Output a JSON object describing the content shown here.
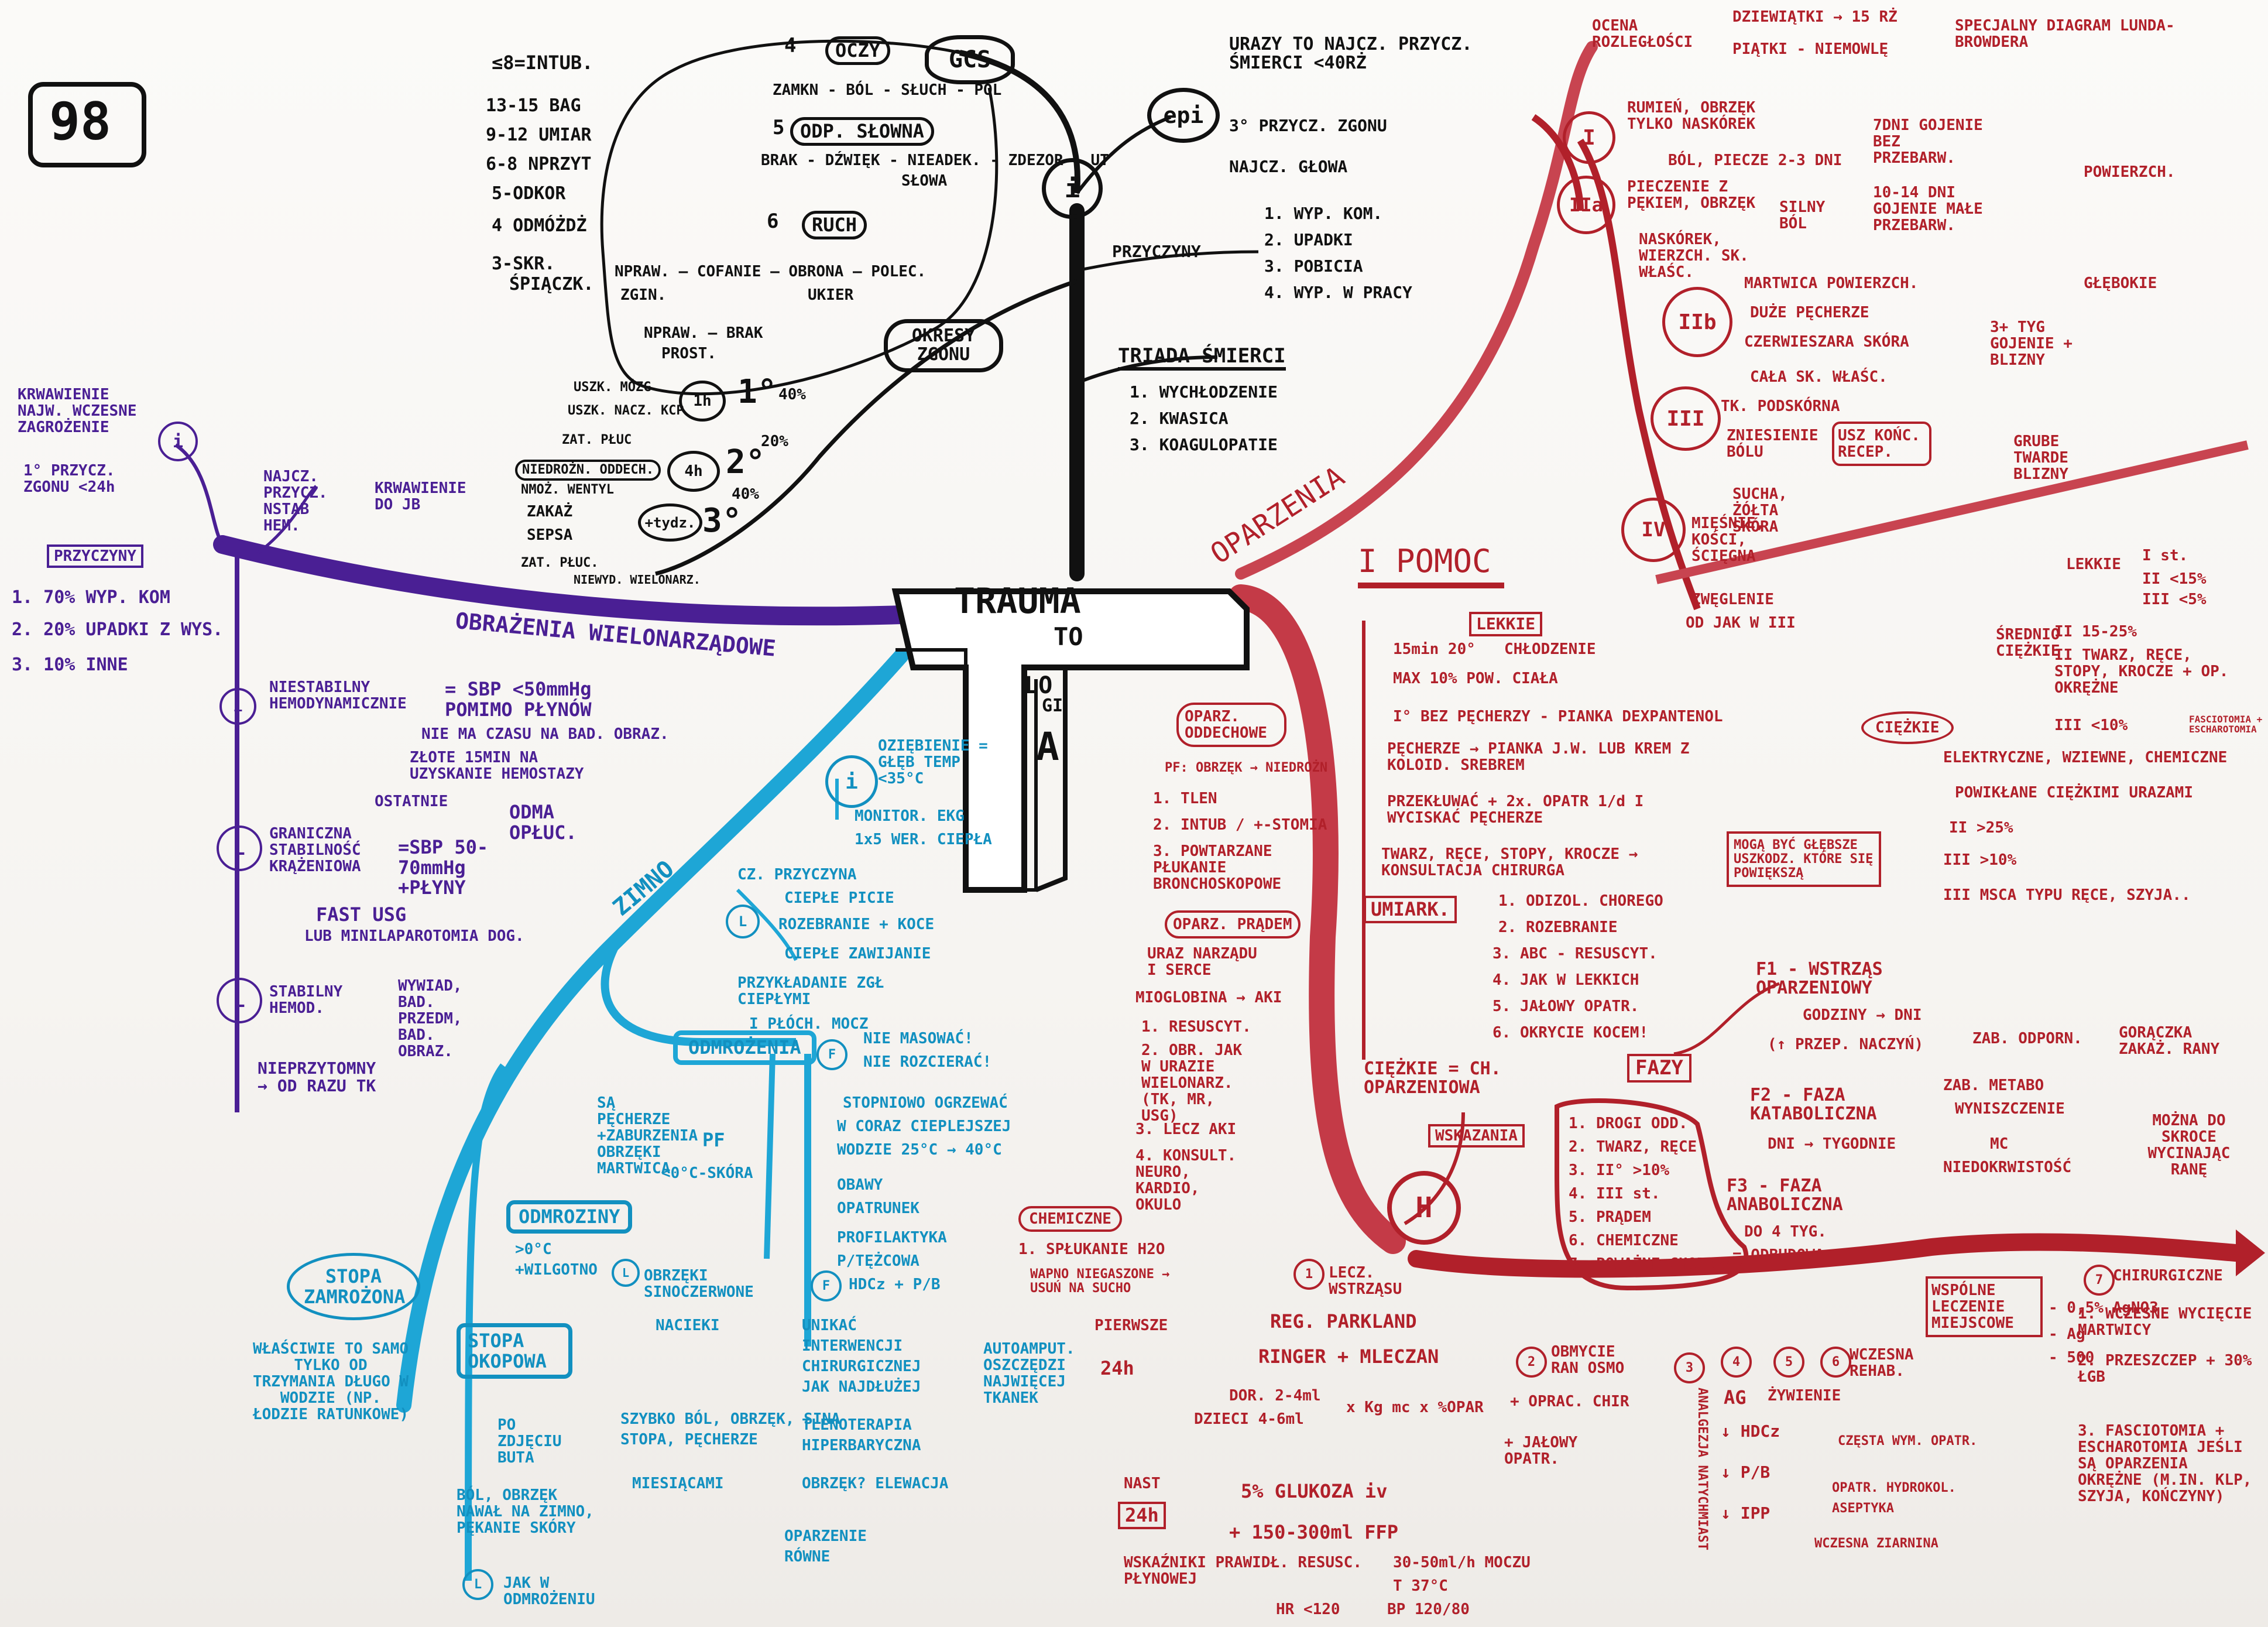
{
  "page_number": "98",
  "center": {
    "line1": "TRAUMA",
    "line2": "TO",
    "line3": "LO",
    "line4": "GI",
    "line5": "A"
  },
  "colors": {
    "black": "#111111",
    "purple": "#4a1f94",
    "blue": "#1290c0",
    "red": "#b1202a"
  },
  "gcs": {
    "title": "GCS",
    "header": "≤8=INTUB.",
    "scale": [
      "13-15 BAG",
      "9-12 UMIAR",
      "6-8 NPRZYT",
      "5-ODKOR",
      "4 ODMÓŻDŻ",
      "3-SKR.",
      "ŚPIĄCZK."
    ],
    "eyes": {
      "num": "4",
      "label": "OCZY",
      "desc": "ZAMKN - BÓL - SŁUCH - POL"
    },
    "verbal": {
      "num": "5",
      "label": "ODP. SŁOWNA",
      "desc": "BRAK - DŹWIĘK - NIEADEK. - ZDEZOR - UT",
      "desc2": "SŁOWA"
    },
    "motor": {
      "num": "6",
      "label": "RUCH",
      "desc": "NPRAW. — COFANIE — OBRONA — POLEC.",
      "desc2": "ZGIN.",
      "desc3": "UKIER",
      "desc4": "NPRAW. — BRAK",
      "desc5": "PROST."
    }
  },
  "epi": {
    "label": "epi",
    "items": [
      "URAZY TO NAJCZ. PRZYCZ. ŚMIERCI <40RŻ",
      "3° PRZYCZ. ZGONU",
      "NAJCZ. GŁOWA"
    ]
  },
  "branch_i": {
    "label": "i"
  },
  "przyczyny": {
    "label": "PRZYCZYNY",
    "items": [
      "1. WYP. KOM.",
      "2. UPADKI",
      "3. POBICIA",
      "4. WYP. W PRACY"
    ]
  },
  "okresy": {
    "label": "OKRESY ZGONU",
    "p1": {
      "time": "1h",
      "num": "1°",
      "pct": "40%",
      "desc": "USZK. MÓZG",
      "desc2": "USZK. NACZ. KCP"
    },
    "p2": {
      "time": "4h",
      "num": "2°",
      "pct": "20%",
      "desc": "ZAT. PŁUC",
      "desc2": "NIEDROŻN. ODDECH.",
      "desc3": "NMOŻ. WENTYL"
    },
    "p3": {
      "time": "+tydz.",
      "num": "3°",
      "pct": "40%",
      "desc": "ZAKAŻ",
      "desc2": "SEPSA",
      "desc3": "ZAT. PŁUC.",
      "desc4": "NIEWYD. WIELONARZ."
    }
  },
  "triada": {
    "label": "TRIADA ŚMIERCI",
    "items": [
      "1. WYCHŁODZENIE",
      "2. KWASICA",
      "3. KOAGULOPATIE"
    ]
  },
  "purple": {
    "branch": "OBRAŻENIA WIELONARZĄDOWE",
    "krwawienie": {
      "text": "KRWAWIENIE NAJW. WCZESNE ZAGROŻENIE",
      "sub": "1° PRZYCZ. ZGONU <24h"
    },
    "przyczyny": {
      "label": "PRZYCZYNY",
      "items": [
        "1. 70% WYP. KOM",
        "2. 20% UPADKI Z WYS.",
        "3. 10% INNE"
      ]
    },
    "najcz": {
      "text": "NAJCZ. PRZYCZ. NSTAB HEM.",
      "target": "KRWAWIENIE DO JB"
    },
    "niestabilny": {
      "label": "NIESTABILNY HEMODYNAMICZNIE",
      "sbp": "= SBP <50mmHg POMIMO PŁYNÓW",
      "no_time": "NIE MA CZASU NA BAD. OBRAZ.",
      "golden": "ZŁOTE 15MIN NA UZYSKANIE HEMOSTAZY",
      "ostatnie": "OSTATNIE",
      "odma": "ODMA OPŁUC."
    },
    "graniczna": {
      "label": "GRANICZNA STABILNOŚĆ KRĄŻENIOWA",
      "sbp": "=SBP 50-70mmHg +PŁYNY",
      "fast": "FAST USG",
      "lub": "LUB MINILAPAROTOMIA DOG."
    },
    "stabilny": {
      "label": "STABILNY HEMOD.",
      "items": "WYWIAD, BAD. PRZEDM, BAD. OBRAZ.",
      "nieprzytomny": "NIEPRZYTOMNY → OD RAZU TK"
    }
  },
  "blue": {
    "branch": "ZIMNO",
    "hypothermia": {
      "text": "OZIĘBIENIE = GŁĘB TEMP <35°C",
      "sub": "MONITOR. EKG",
      "sub2": "1x5 WER. CIEPŁA"
    },
    "przyczyna": "CZ. PRZYCZYNA",
    "ciepla": {
      "items": [
        "CIEPŁE PICIE",
        "ROZEBRANIE + KOCE",
        "CIEPŁE ZAWIJANIE",
        "PRZYKŁADANIE ZGŁ CIEPŁYMI",
        "I PŁÓCH. MOCZ"
      ]
    },
    "odmrozenia": {
      "label": "ODMROŻENIA",
      "items": [
        "NIE MASOWAĆ!",
        "NIE ROZCIERAĆ!"
      ],
      "pf": "SĄ PĘCHERZE +ZABURZENIA OBRZĘKI MARTWICA",
      "pf_label": "PF",
      "pf_sub": "<0°C-SKÓRA"
    },
    "treatment": [
      "STOPNIOWO OGRZEWAĆ",
      "W CORAZ CIEPLEJSZEJ",
      "WODZIE 25°C → 40°C",
      "OBAWY",
      "OPATRUNEK",
      "PROFILAKTYKA",
      "P/TĘŻCOWA",
      "HDCz + P/B",
      "UNIKAĆ",
      "INTERWENCJI",
      "CHIRURGICZNEJ",
      "JAK NAJDŁUŻEJ",
      "TLENOTERAPIA",
      "HIPERBARYCZNA",
      "OBRZĘK? ELEWACJA",
      "OPARZENIE",
      "RÓWNE"
    ],
    "autoamput": "AUTOAMPUT. OSZCZĘDZI NAJWIĘCEJ TKANEK",
    "odmroziny": {
      "label": "ODMROZINY",
      "sub": ">0°C",
      "sub2": "+WILGOTNO",
      "desc": "OBRZĘKI SINOCZERWONE",
      "desc2": "NACIEKI"
    },
    "stopa_okopowa": {
      "label": "STOPA OKOPOWA",
      "desc": "PO ZDJĘCIU BUTA",
      "desc2": "SZYBKO BÓL, OBRZĘK, SINA",
      "desc3": "STOPA, PĘCHERZE"
    },
    "stopa_zamrozona": {
      "label": "STOPA ZAMROŻONA",
      "desc": "WŁAŚCIWIE TO SAMO TYLKO OD TRZYMANIA DŁUGO W WODZIE (NP. ŁODZIE RATUNKOWE)"
    },
    "bol": {
      "text": "BÓL, OBRZĘK NAWAŁ NA ZIMNO, PĘKANIE SKÓRY",
      "time": "MIESIĄCAMI",
      "jak": "JAK W ODMROŻENIU"
    },
    "letters": [
      "L",
      "F",
      "L",
      "L"
    ]
  },
  "red": {
    "branch": "OPARZENIA",
    "ocena": {
      "label": "OCENA ROZLEGŁOŚCI",
      "items": [
        "DZIEWIĄTKI → 15 RŻ",
        "PIĄTKI - NIEMOWLĘ"
      ],
      "special": "SPECJALNY DIAGRAM LUNDA-BROWDERA"
    },
    "degrees": [
      {
        "num": "I",
        "desc": "RUMIEŃ, OBRZĘK TYLKO NASKÓREK",
        "detail": "BÓL, PIECZE 2-3 DNI",
        "heal": "7DNI GOJENIE BEZ PRZEBARW."
      },
      {
        "num": "IIa",
        "desc": "PIECZENIE Z PĘKIEM, OBRZĘK",
        "detail": "NASKÓREK, WIERZCH. SK. WŁAŚC.",
        "detail2": "SILNY BÓL",
        "heal": "10-14 DNI GOJENIE MAŁE PRZEBARW."
      },
      {
        "num": "IIb",
        "desc": "MARTWICA POWIERZCH.",
        "detail": "DUŻE PĘCHERZE",
        "detail2": "CZERWIESZARA SKÓRA",
        "detail3": "CAŁA SK. WŁAŚC.",
        "heal": "3+ TYG GOJENIE + BLIZNY"
      },
      {
        "num": "III",
        "desc": "TK. PODSKÓRNA",
        "detail": "ZNIESIENIE BÓLU",
        "detail2": "SUCHA, ŻÓŁTA SKÓRA",
        "box": "USZ KOŃC. RECEP.",
        "heal": "GRUBE TWARDE BLIZNY"
      },
      {
        "num": "IV",
        "desc": "MIĘŚNIE, KOŚCI, ŚCIĘGNA",
        "detail": "ZWĘGLENIE",
        "detail2": "OD JAK W III"
      }
    ],
    "powierzch": "POWIERZCH.",
    "glebokie": "GŁĘBOKIE",
    "severity": {
      "lekkie": {
        "label": "LEKKIE",
        "items": [
          "I st.",
          "II <15%",
          "III <5%"
        ]
      },
      "srednio": {
        "label": "ŚREDNIO CIĘŻKIE",
        "items": [
          "II 15-25%",
          "II TWARZ, RĘCE, STOPY, KROCZE + OP. OKRĘŻNE",
          "III <10%",
          "FASCIOTOMIA + ESCHAROTOMIA"
        ]
      },
      "ciezkie": {
        "label": "CIĘŻKIE",
        "items": [
          "ELEKTRYCZNE, WZIEWNE, CHEMICZNE",
          "POWIKŁANE CIĘŻKIMI URAZAMI",
          "II >25%",
          "III >10%",
          "III MSCA TYPU RĘCE, SZYJA.."
        ]
      }
    },
    "pomoc": {
      "label": "I POMOC",
      "lekkie": "LEKKIE",
      "lekkie_items": [
        "15min 20°",
        "CHŁODZENIE",
        "MAX 10% POW. CIAŁA",
        "I° BEZ PĘCHERZY - PIANKA DEXPANTENOL",
        "PĘCHERZE → PIANKA J.W. LUB KREM Z KOLOID. SREBREM",
        "PRZEKŁUWAĆ + 2x. OPATR 1/d I WYCISKAĆ PĘCHERZE",
        "TWARZ, RĘCE, STOPY, KROCZE → KONSULTACJA CHIRURGA"
      ],
      "mogabyc": "MOGĄ BYĆ GŁĘBSZE USZKODZ. KTÓRE SIĘ POWIĘKSZĄ",
      "umiark": "UMIARK.",
      "umiark_items": [
        "1. ODIZOL. CHOREGO",
        "2. ROZEBRANIE",
        "3. ABC - RESUSCYT.",
        "4. JAK W LEKKICH",
        "5. JAŁOWY OPATR.",
        "6. OKRYCIE KOCEM!"
      ],
      "ciezkie": "CIĘŻKIE = CH. OPARZENIOWA"
    },
    "fazy": {
      "label": "FAZY",
      "f1": "F1 - WSTRZĄS OPARZENIOWY",
      "f1b": "GODZINY → DNI",
      "f1c": "(↑ PRZEP. NACZYŃ)",
      "f2": "F2 - FAZA KATABOLICZNA",
      "f2b": "DNI → TYGODNIE",
      "f3": "F3 - FAZA ANABOLICZNA",
      "f3b": "DO 4 TYG.",
      "f3c": "= ODBUDOWA"
    },
    "f2_items": [
      "ZAB. ODPORN.",
      "ZAB. METABO",
      "WYNISZCZENIE",
      "MC",
      "NIEDOKRWISTOŚĆ"
    ],
    "zakazenia": "GORĄCZKA ZAKAŻ. RANY",
    "mozna": "MOŻNA DO SKROCE WYCINAJĄC RANĘ",
    "oddechowe": {
      "label": "OPARZ. ODDECHOWE",
      "pf": "PF: OBRZĘK → NIEDROŻN",
      "items": [
        "1. TLEN",
        "2. INTUB / +-STOMIA",
        "3. POWTARZANE PŁUKANIE BRONCHOSKOPOWE"
      ]
    },
    "pradem": {
      "label": "OPARZ. PRĄDEM",
      "uraz": "URAZ NARZĄDU I SERCE",
      "mioglobina": "MIOGLOBINA → AKI",
      "items": [
        "1. RESUSCYT.",
        "2. OBR. JAK W URAZIE WIELONARZ. (TK, MR, USG)",
        "3. LECZ AKI",
        "4. KONSULT. NEURO, KARDIO, OKULO"
      ]
    },
    "chemiczne": {
      "label": "CHEMICZNE",
      "items": [
        "1. SPŁUKANIE H2O",
        "WAPNO NIEGASZONE → USUŃ NA SUCHO"
      ]
    },
    "h": {
      "label": "H"
    },
    "wskazania": {
      "label": "WSKAZANIA",
      "items": [
        "1. DROGI ODD.",
        "2. TWARZ, RĘCE",
        "3. II° >10%",
        "4. III st.",
        "5. PRĄDEM",
        "6. CHEMICZNE",
        "7. POWAŻNE CHOROBY"
      ]
    },
    "leczenie": {
      "num": "1",
      "label": "LECZ. WSTRZĄSU",
      "reg": "REG. PARKLAND",
      "pierwsze": "PIERWSZE",
      "h24": "24h",
      "ringer": "RINGER + MLECZAN",
      "dor": "DOR. 2-4ml",
      "dzieci": "DZIECI 4-6ml",
      "formula": "x Kg mc x %OPAR",
      "nast": "NAST",
      "nast24": "24h",
      "glukoza": "5% GLUKOZA iv",
      "ffp": "+ 150-300ml FFP"
    },
    "wskazniki": {
      "label": "WSKAŹNIKI PRAWIDŁ. RESUSC. PŁYNOWEJ",
      "items": [
        "30-50ml/h MOCZU",
        "T 37°C",
        "HR <120",
        "BP 120/80"
      ]
    },
    "steps": [
      {
        "num": "2",
        "text": "OBMYCIE RAN OSMO",
        "sub": "+ OPRAC. CHIR",
        "sub2": "+ JAŁOWY OPATR."
      },
      {
        "num": "3",
        "text": "ANALGEZJA NATYCHMIAST"
      },
      {
        "num": "4",
        "text": "AG",
        "sub": "↓ HDCz",
        "sub2": "↓ P/B",
        "sub3": "↓ IPP"
      },
      {
        "num": "5",
        "text": "ŻYWIENIE"
      },
      {
        "num": "6",
        "text": "WCZESNA REHAB."
      }
    ],
    "miejscowe": {
      "label": "WSPÓLNE LECZENIE MIEJSCOWE",
      "items": [
        "- 0,5% AgNO3",
        "- Ag",
        "- 500"
      ],
      "czesta": "CZĘSTA WYM. OPATR.",
      "opatr": "OPATR. HYDROKOL.",
      "aseptyka": "ASEPTYKA",
      "zmiana": "WCZESNA ZIARNINA"
    },
    "chirurgiczne": {
      "num": "7",
      "label": "CHIRURGICZNE",
      "items": [
        "1. WCZESNE WYCIĘCIE MARTWICY",
        "2. PRZESZCZEP + 30% ŁGB",
        "3. FASCIOTOMIA + ESCHAROTOMIA JEŚLI SĄ OPARZENIA OKRĘŻNE (M.IN. KLP, SZYJA, KOŃCZYNY)"
      ]
    }
  }
}
